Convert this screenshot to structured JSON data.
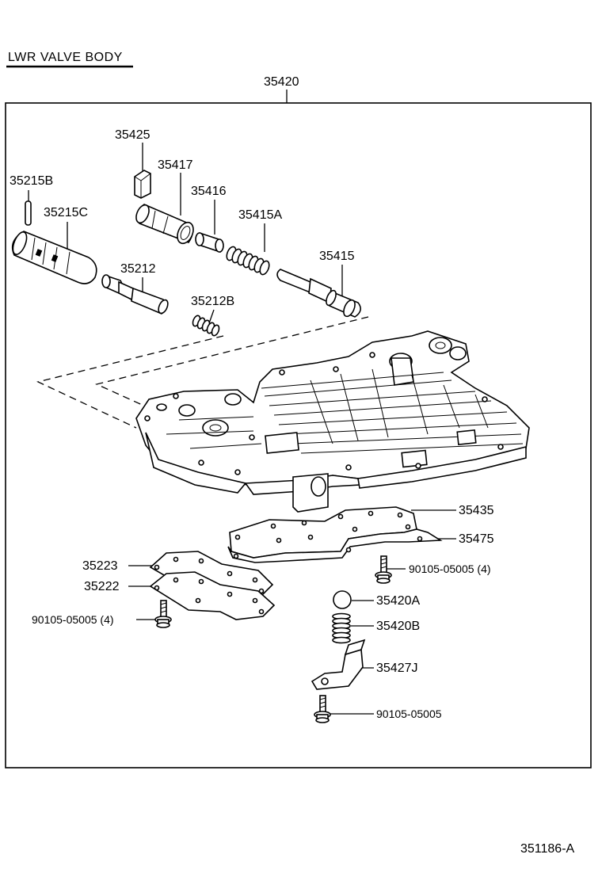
{
  "diagram": {
    "title": "LWR VALVE BODY",
    "assembly_number": "35420",
    "figure_code": "351186-A",
    "labels": {
      "p35425": "35425",
      "p35417": "35417",
      "p35215B": "35215B",
      "p35416": "35416",
      "p35215C": "35215C",
      "p35415A": "35415A",
      "p35415": "35415",
      "p35212": "35212",
      "p35212B": "35212B",
      "p35435": "35435",
      "p35475": "35475",
      "p35223": "35223",
      "bolt_right": "90105-05005 (4)",
      "p35222": "35222",
      "p35420A": "35420A",
      "bolt_left": "90105-05005 (4)",
      "p35420B": "35420B",
      "p35427J": "35427J",
      "bolt_bottom": "90105-05005"
    }
  }
}
